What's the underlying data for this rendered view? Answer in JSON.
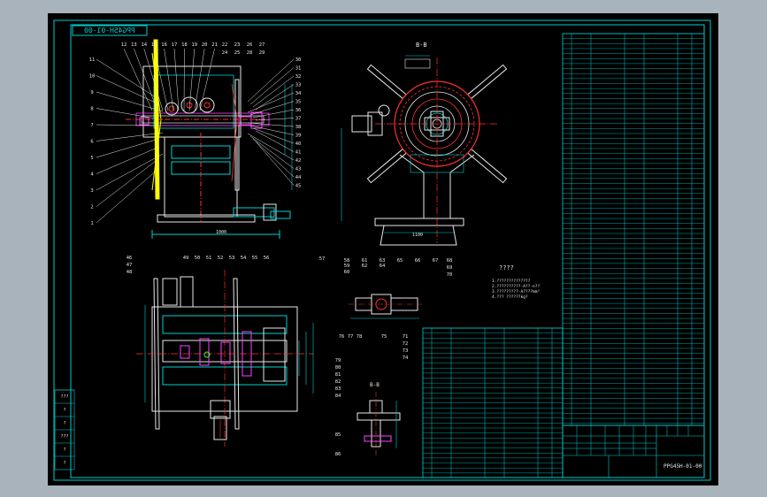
{
  "drawing": {
    "title_mirrored": "PPG45H-01-00",
    "drawing_no": "PPG45H-01-00",
    "section_label_1": "B-B",
    "section_label_2": "B-B",
    "notes_heading": "????",
    "notes": [
      "1.??????????????",
      "2.??????????-A??-n??",
      "3.?????????-A????mm²",
      "4.??? ??????kg?"
    ],
    "left_side_table": [
      "???",
      "?",
      "?",
      "???",
      "?",
      "?"
    ]
  },
  "balloons": {
    "top_left": [
      "12",
      "13",
      "14",
      "15",
      "16",
      "17",
      "18",
      "19",
      "20",
      "21",
      "22",
      "23",
      "24",
      "25",
      "26",
      "27",
      "28",
      "29"
    ],
    "left_side": [
      "11",
      "10",
      "9",
      "8",
      "7",
      "6",
      "5",
      "4",
      "3",
      "2",
      "1"
    ],
    "right_side": [
      "30",
      "31",
      "32",
      "33",
      "34",
      "35",
      "36",
      "37",
      "38",
      "39",
      "40",
      "41",
      "42",
      "43",
      "44",
      "45"
    ],
    "bottom_left_top": [
      "49",
      "50",
      "51",
      "52",
      "53",
      "54",
      "55",
      "56"
    ],
    "bottom_left_side": [
      "46",
      "47",
      "48"
    ],
    "center": [
      "57",
      "58",
      "59",
      "60",
      "61",
      "62",
      "63",
      "64",
      "65",
      "66",
      "67",
      "68",
      "69",
      "70"
    ],
    "small_view": [
      "71",
      "72",
      "73",
      "74",
      "75",
      "76",
      "77",
      "78"
    ],
    "detail": [
      "79",
      "80",
      "81",
      "82",
      "83",
      "84",
      "85",
      "86"
    ]
  },
  "colors": {
    "frame": "#00d0d0",
    "part_outline": "#ff3030",
    "centerline": "#ff3030",
    "yellow_part": "#ffff00",
    "white_line": "#e8e8e8",
    "magenta": "#ff40ff",
    "green": "#30ff30"
  }
}
